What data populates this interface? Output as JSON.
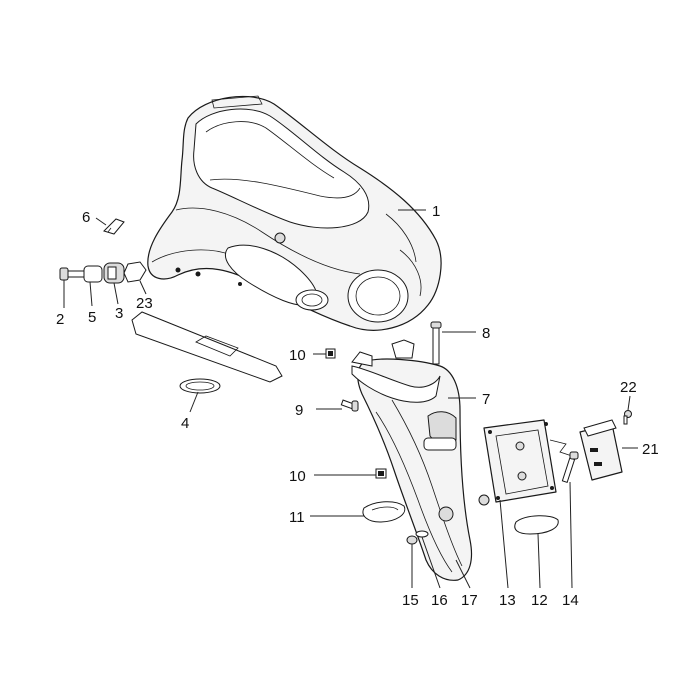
{
  "diagram": {
    "callouts": [
      {
        "id": "1",
        "label": "1"
      },
      {
        "id": "2",
        "label": "2"
      },
      {
        "id": "3",
        "label": "3"
      },
      {
        "id": "4",
        "label": "4"
      },
      {
        "id": "5",
        "label": "5"
      },
      {
        "id": "6",
        "label": "6"
      },
      {
        "id": "7",
        "label": "7"
      },
      {
        "id": "8",
        "label": "8"
      },
      {
        "id": "9",
        "label": "9"
      },
      {
        "id": "10a",
        "label": "10"
      },
      {
        "id": "10b",
        "label": "10"
      },
      {
        "id": "11",
        "label": "11"
      },
      {
        "id": "12",
        "label": "12"
      },
      {
        "id": "13",
        "label": "13"
      },
      {
        "id": "14",
        "label": "14"
      },
      {
        "id": "15",
        "label": "15"
      },
      {
        "id": "16",
        "label": "16"
      },
      {
        "id": "17",
        "label": "17"
      },
      {
        "id": "21",
        "label": "21"
      },
      {
        "id": "22",
        "label": "22"
      },
      {
        "id": "23",
        "label": "23"
      }
    ]
  }
}
